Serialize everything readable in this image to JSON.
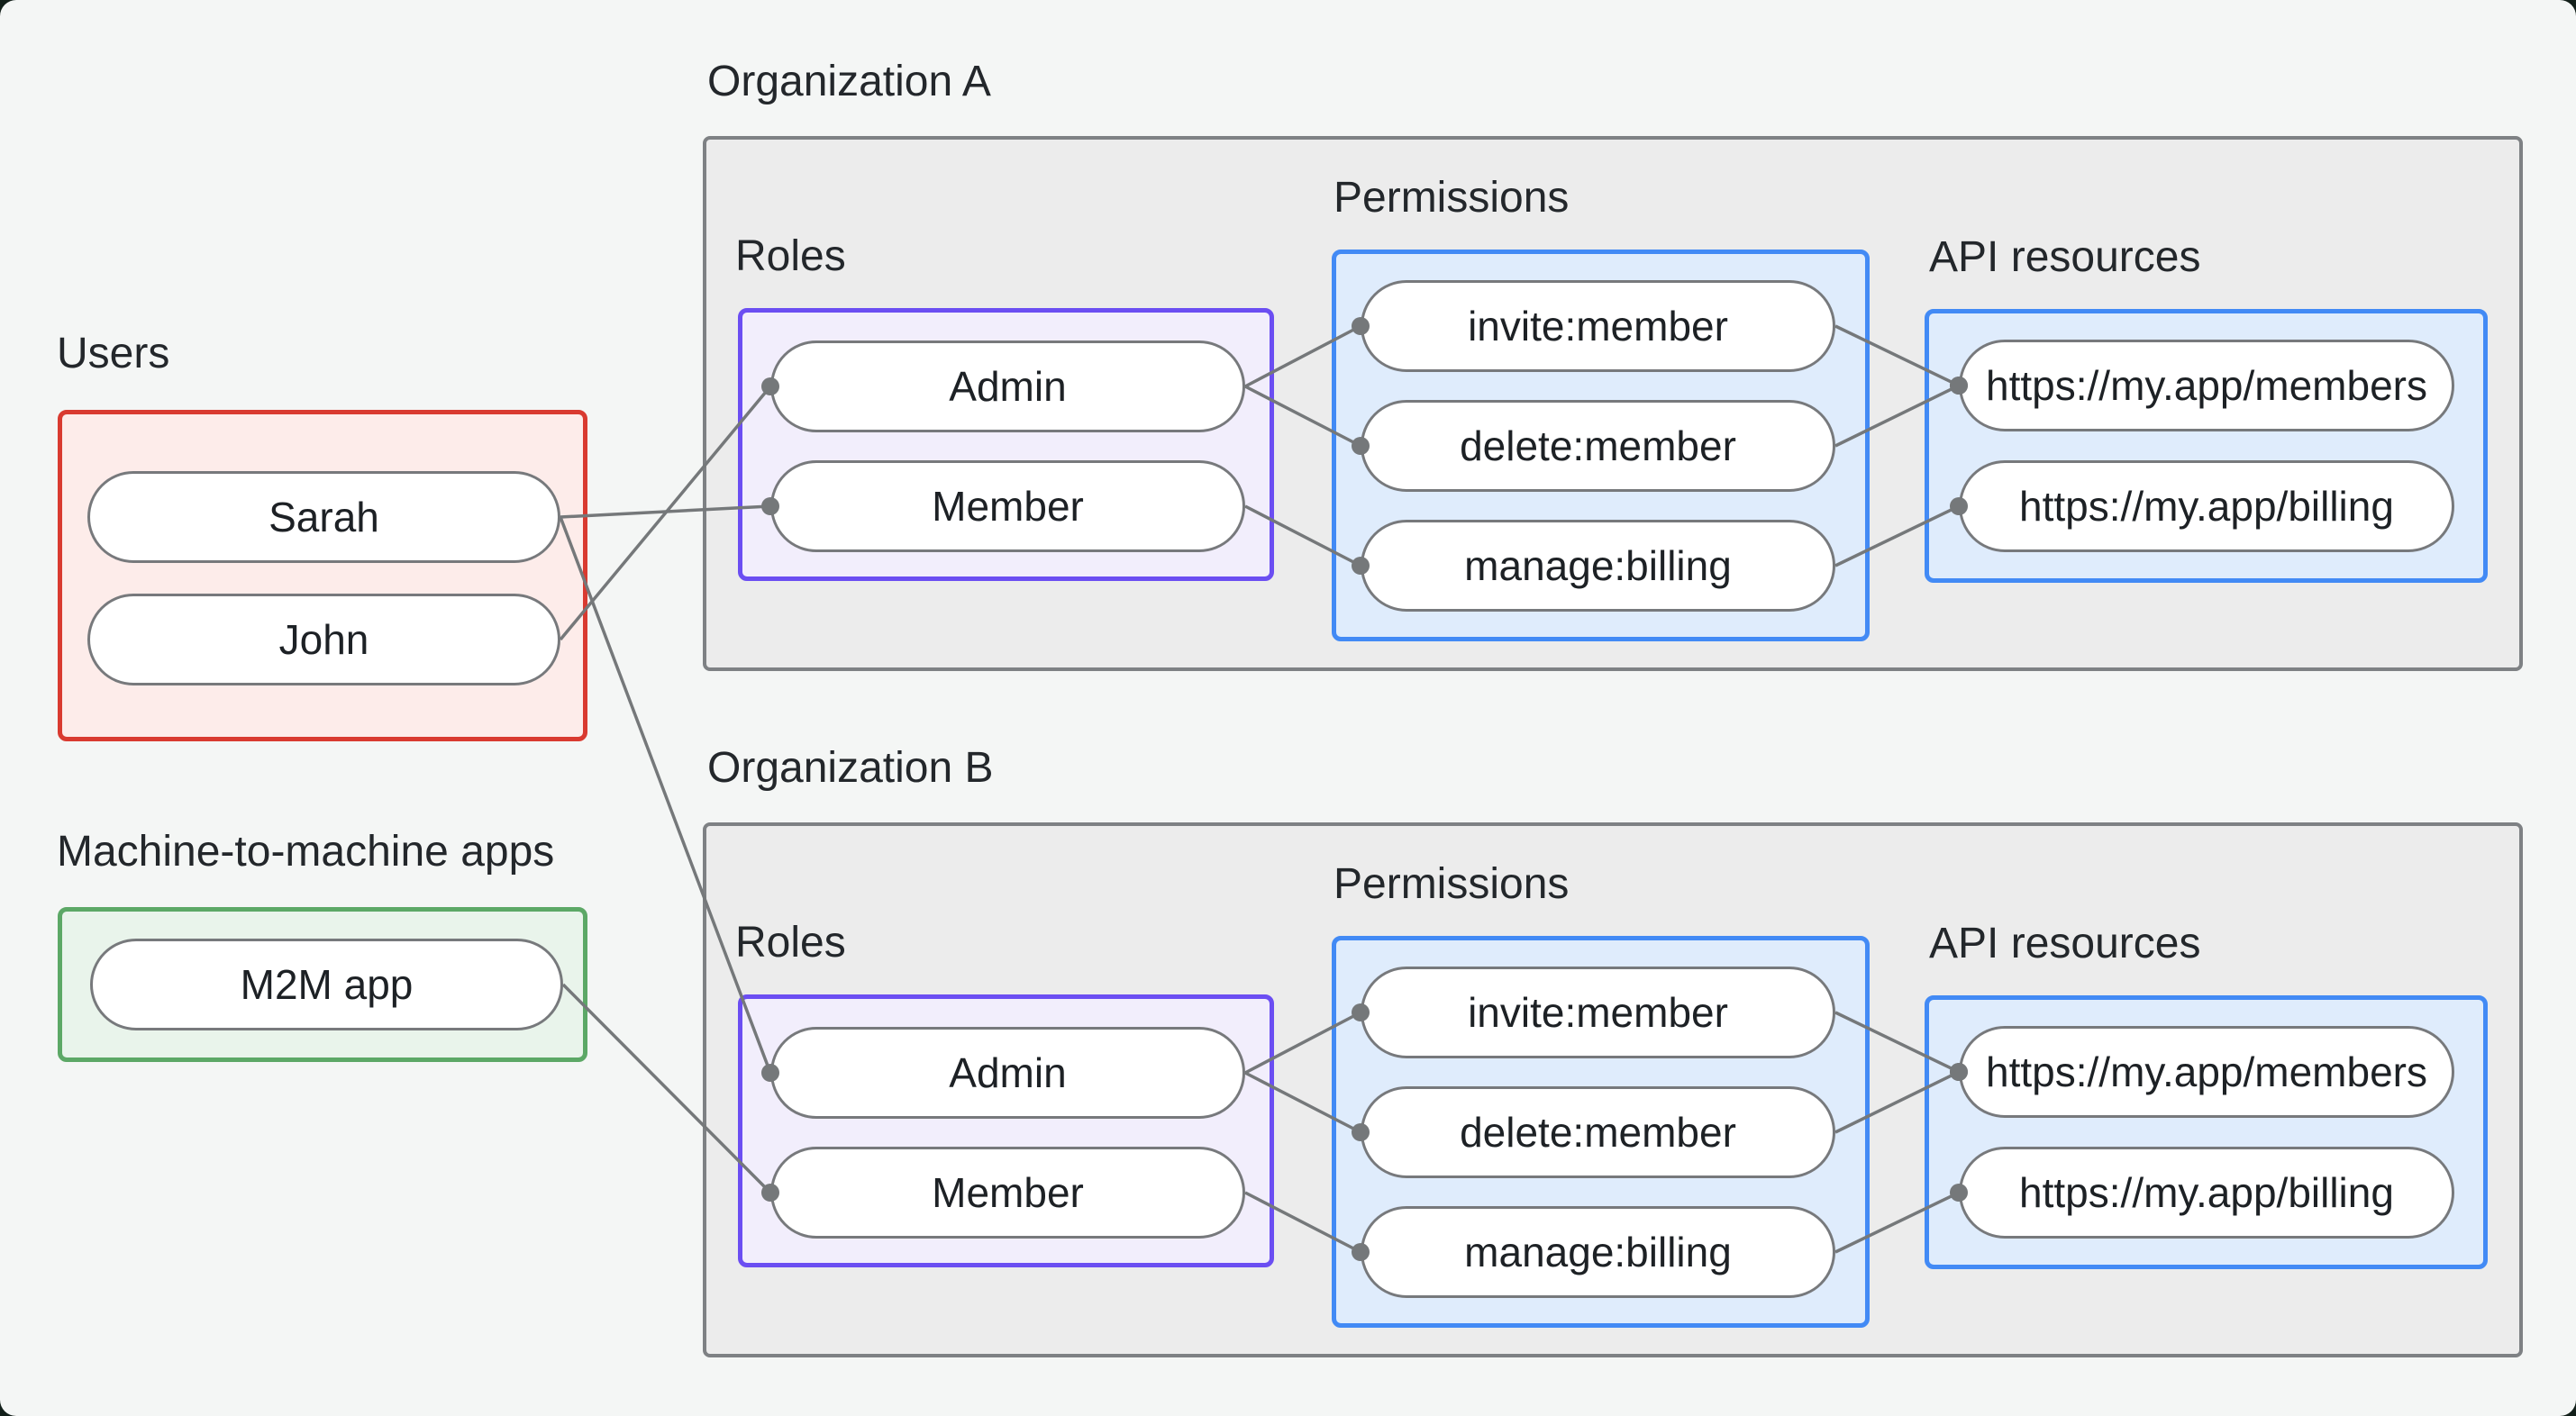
{
  "users_section": {
    "label": "Users",
    "items": [
      {
        "id": "sarah",
        "label": "Sarah"
      },
      {
        "id": "john",
        "label": "John"
      }
    ]
  },
  "m2m_section": {
    "label": "Machine-to-machine apps",
    "items": [
      {
        "id": "m2m",
        "label": "M2M app"
      }
    ]
  },
  "organizations": [
    {
      "id": "org_a",
      "title": "Organization A",
      "roles": {
        "label": "Roles",
        "items": [
          {
            "id": "org_a_admin",
            "label": "Admin"
          },
          {
            "id": "org_a_member",
            "label": "Member"
          }
        ]
      },
      "permissions": {
        "label": "Permissions",
        "items": [
          {
            "id": "org_a_invite",
            "label": "invite:member"
          },
          {
            "id": "org_a_delete",
            "label": "delete:member"
          },
          {
            "id": "org_a_manage",
            "label": "manage:billing"
          }
        ]
      },
      "api_resources": {
        "label": "API resources",
        "items": [
          {
            "id": "org_a_members_api",
            "label": "https://my.app/members"
          },
          {
            "id": "org_a_billing_api",
            "label": "https://my.app/billing"
          }
        ]
      }
    },
    {
      "id": "org_b",
      "title": "Organization B",
      "roles": {
        "label": "Roles",
        "items": [
          {
            "id": "org_b_admin",
            "label": "Admin"
          },
          {
            "id": "org_b_member",
            "label": "Member"
          }
        ]
      },
      "permissions": {
        "label": "Permissions",
        "items": [
          {
            "id": "org_b_invite",
            "label": "invite:member"
          },
          {
            "id": "org_b_delete",
            "label": "delete:member"
          },
          {
            "id": "org_b_manage",
            "label": "manage:billing"
          }
        ]
      },
      "api_resources": {
        "label": "API resources",
        "items": [
          {
            "id": "org_b_members_api",
            "label": "https://my.app/members"
          },
          {
            "id": "org_b_billing_api",
            "label": "https://my.app/billing"
          }
        ]
      }
    }
  ],
  "edges": [
    {
      "from": "sarah",
      "to": "org_a_member"
    },
    {
      "from": "john",
      "to": "org_a_admin"
    },
    {
      "from": "sarah",
      "to": "org_b_admin"
    },
    {
      "from": "m2m",
      "to": "org_b_member"
    },
    {
      "from": "org_a_admin",
      "to": "org_a_invite"
    },
    {
      "from": "org_a_admin",
      "to": "org_a_delete"
    },
    {
      "from": "org_a_member",
      "to": "org_a_manage"
    },
    {
      "from": "org_a_invite",
      "to": "org_a_members_api"
    },
    {
      "from": "org_a_delete",
      "to": "org_a_members_api"
    },
    {
      "from": "org_a_manage",
      "to": "org_a_billing_api"
    },
    {
      "from": "org_b_admin",
      "to": "org_b_invite"
    },
    {
      "from": "org_b_admin",
      "to": "org_b_delete"
    },
    {
      "from": "org_b_member",
      "to": "org_b_manage"
    },
    {
      "from": "org_b_invite",
      "to": "org_b_members_api"
    },
    {
      "from": "org_b_delete",
      "to": "org_b_members_api"
    },
    {
      "from": "org_b_manage",
      "to": "org_b_billing_api"
    }
  ],
  "colors": {
    "page_background": "#f4f6f5",
    "org_box_fill": "#ececec",
    "org_box_border": "#7e8184",
    "users_border": "#d93a30",
    "users_fill": "#fdecea",
    "m2m_border": "#5ca866",
    "m2m_fill": "#e9f4eb",
    "roles_border": "#6b4ef2",
    "roles_fill": "#f2eefc",
    "blue_border": "#428af5",
    "blue_fill": "#dfecfc",
    "node_border": "#77797c",
    "edge": "#75787a",
    "text": "#23272b"
  }
}
